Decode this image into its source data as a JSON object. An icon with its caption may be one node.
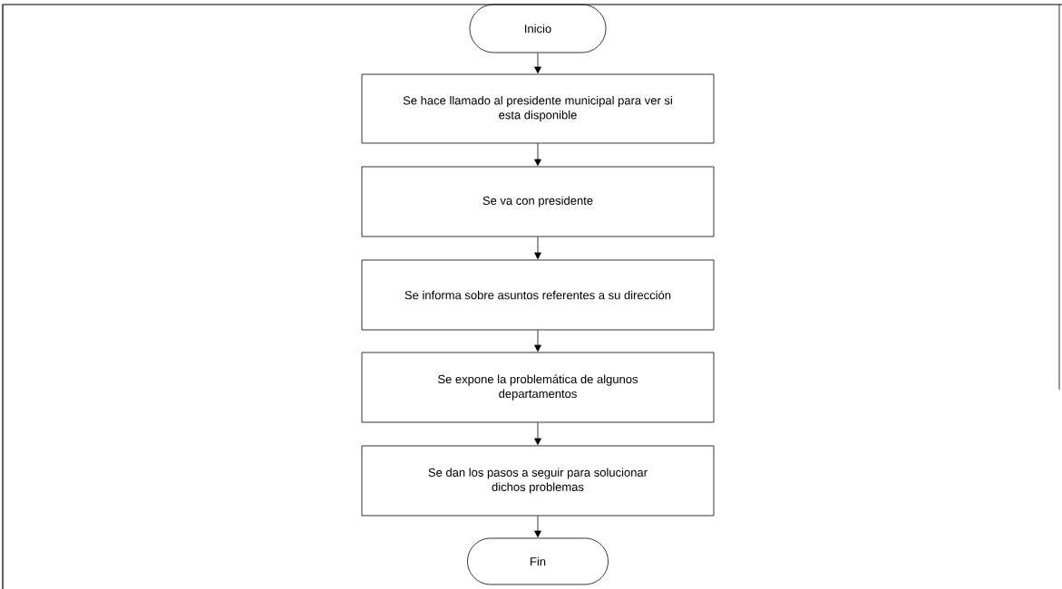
{
  "diagram": {
    "nodes": [
      {
        "text": [
          "Inicio"
        ]
      },
      {
        "text": [
          "Se hace llamado al presidente municipal para ver si esta disponible"
        ]
      },
      {
        "text": [
          "Se va con presidente"
        ]
      },
      {
        "text": [
          "Se informa sobre asuntos referentes a su dirección"
        ]
      },
      {
        "text": [
          "Se expone la problemática de algunos departamentos"
        ]
      },
      {
        "text": [
          "Se dan los pasos a seguir para solucionar dichos problemas"
        ]
      },
      {
        "text": [
          "Fin"
        ]
      }
    ],
    "edges": [
      {
        "from": 0,
        "to": 1,
        "arrow": "to"
      },
      {
        "from": 1,
        "to": 2,
        "arrow": "to"
      },
      {
        "from": 2,
        "to": 3,
        "arrow": "to"
      },
      {
        "from": 3,
        "to": 4,
        "arrow": "to"
      },
      {
        "from": 4,
        "to": 5,
        "arrow": "to"
      },
      {
        "from": 5,
        "to": 6,
        "arrow": "to"
      }
    ]
  }
}
